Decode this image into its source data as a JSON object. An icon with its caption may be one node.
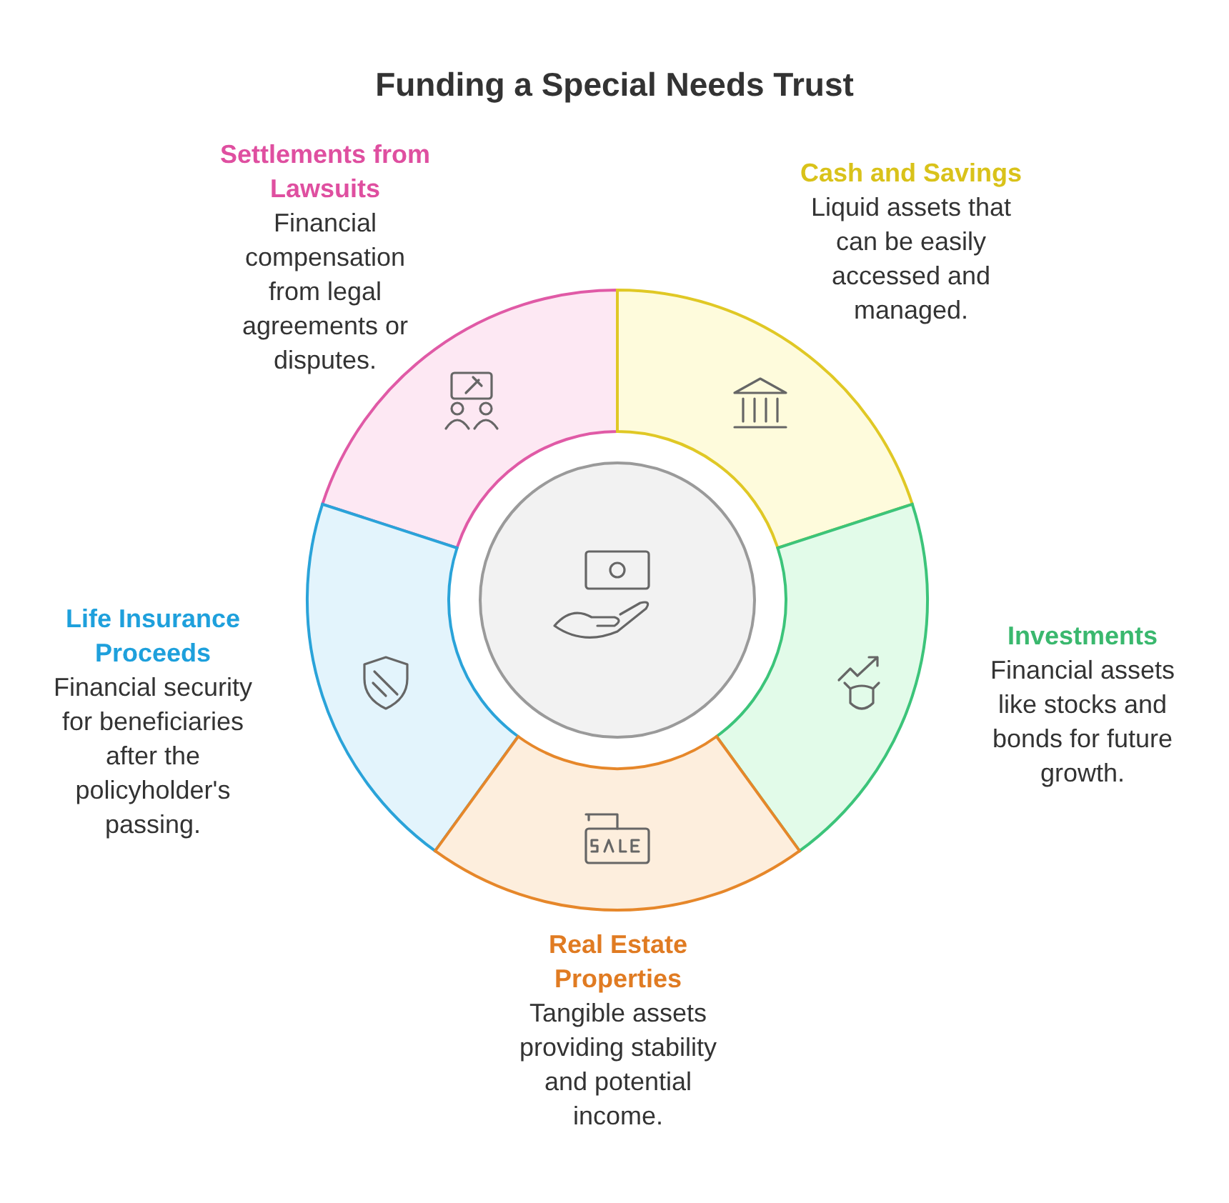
{
  "diagram": {
    "title": "Funding a Special Needs Trust",
    "nodes": [
      {
        "text": [],
        "shape": "circle"
      },
      {
        "text": [
          "Settlements from Lawsuits",
          "Financial compensation from legal agreements or disputes."
        ]
      },
      {
        "text": [
          "Cash and Savings",
          "Liquid assets that can be easily accessed and managed."
        ]
      },
      {
        "text": [
          "Life Insurance Proceeds",
          "Financial security for beneficiaries after the policyholder's passing."
        ]
      },
      {
        "text": [
          "Investments",
          "Financial assets like stocks and bonds for future growth."
        ]
      },
      {
        "text": [
          "Real Estate Properties",
          "Tangible assets providing stability and potential income."
        ]
      }
    ],
    "edges": []
  }
}
